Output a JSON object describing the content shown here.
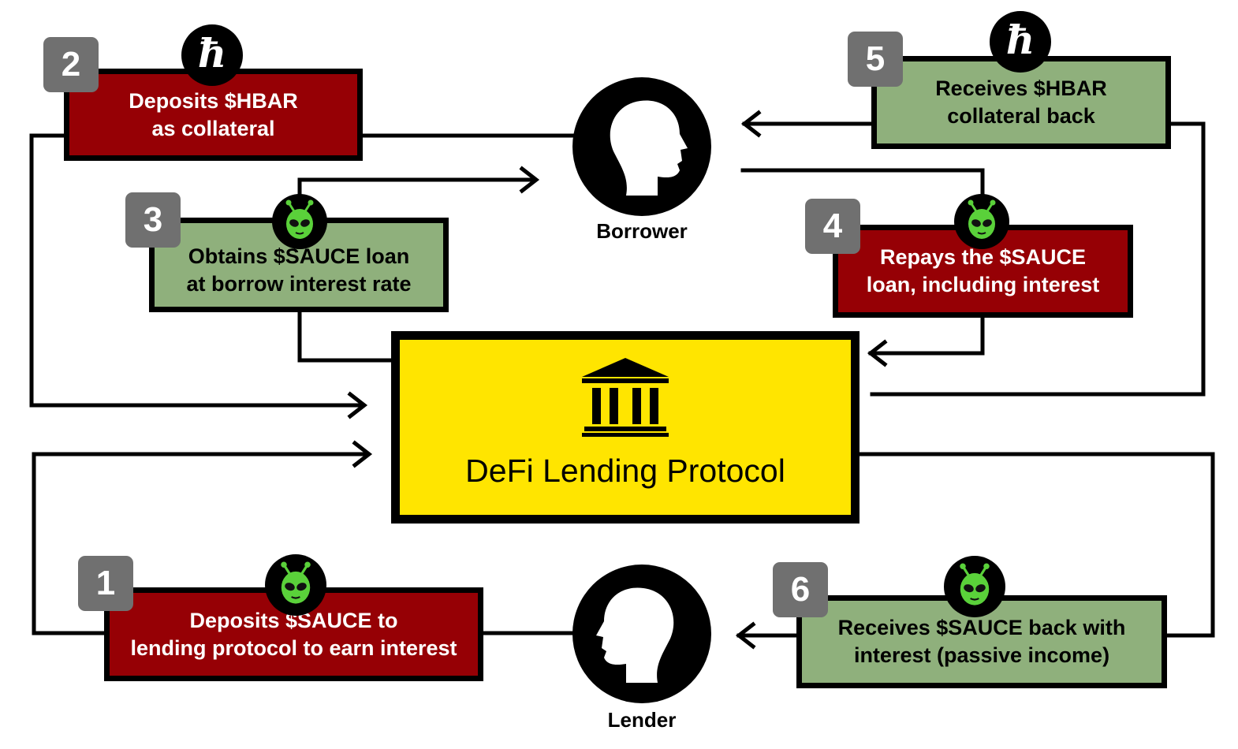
{
  "colors": {
    "red_box": "#960005",
    "green_box": "#8fb07c",
    "protocol": "#ffe500",
    "badge": "#707070",
    "line": "#000000"
  },
  "protocol": {
    "title": "DeFi Lending Protocol",
    "icon": "bank-icon"
  },
  "borrower": {
    "label": "Borrower",
    "icon": "head-profile-right-icon"
  },
  "lender": {
    "label": "Lender",
    "icon": "head-profile-left-icon"
  },
  "steps": [
    {
      "number": "1",
      "line1": "Deposits $SAUCE to",
      "line2": "lending protocol to earn interest",
      "color": "red",
      "token": "sauce-alien-icon"
    },
    {
      "number": "2",
      "line1": "Deposits $HBAR",
      "line2": "as collateral",
      "color": "red",
      "token": "hbar-icon",
      "token_glyph": "ħ"
    },
    {
      "number": "3",
      "line1": "Obtains $SAUCE loan",
      "line2": "at borrow interest rate",
      "color": "green",
      "token": "sauce-alien-icon"
    },
    {
      "number": "4",
      "line1": "Repays the $SAUCE",
      "line2": "loan, including interest",
      "color": "red",
      "token": "sauce-alien-icon"
    },
    {
      "number": "5",
      "line1": "Receives $HBAR",
      "line2": "collateral back",
      "color": "green",
      "token": "hbar-icon",
      "token_glyph": "ħ"
    },
    {
      "number": "6",
      "line1": "Receives $SAUCE back with",
      "line2": "interest (passive income)",
      "color": "green",
      "token": "sauce-alien-icon"
    }
  ]
}
